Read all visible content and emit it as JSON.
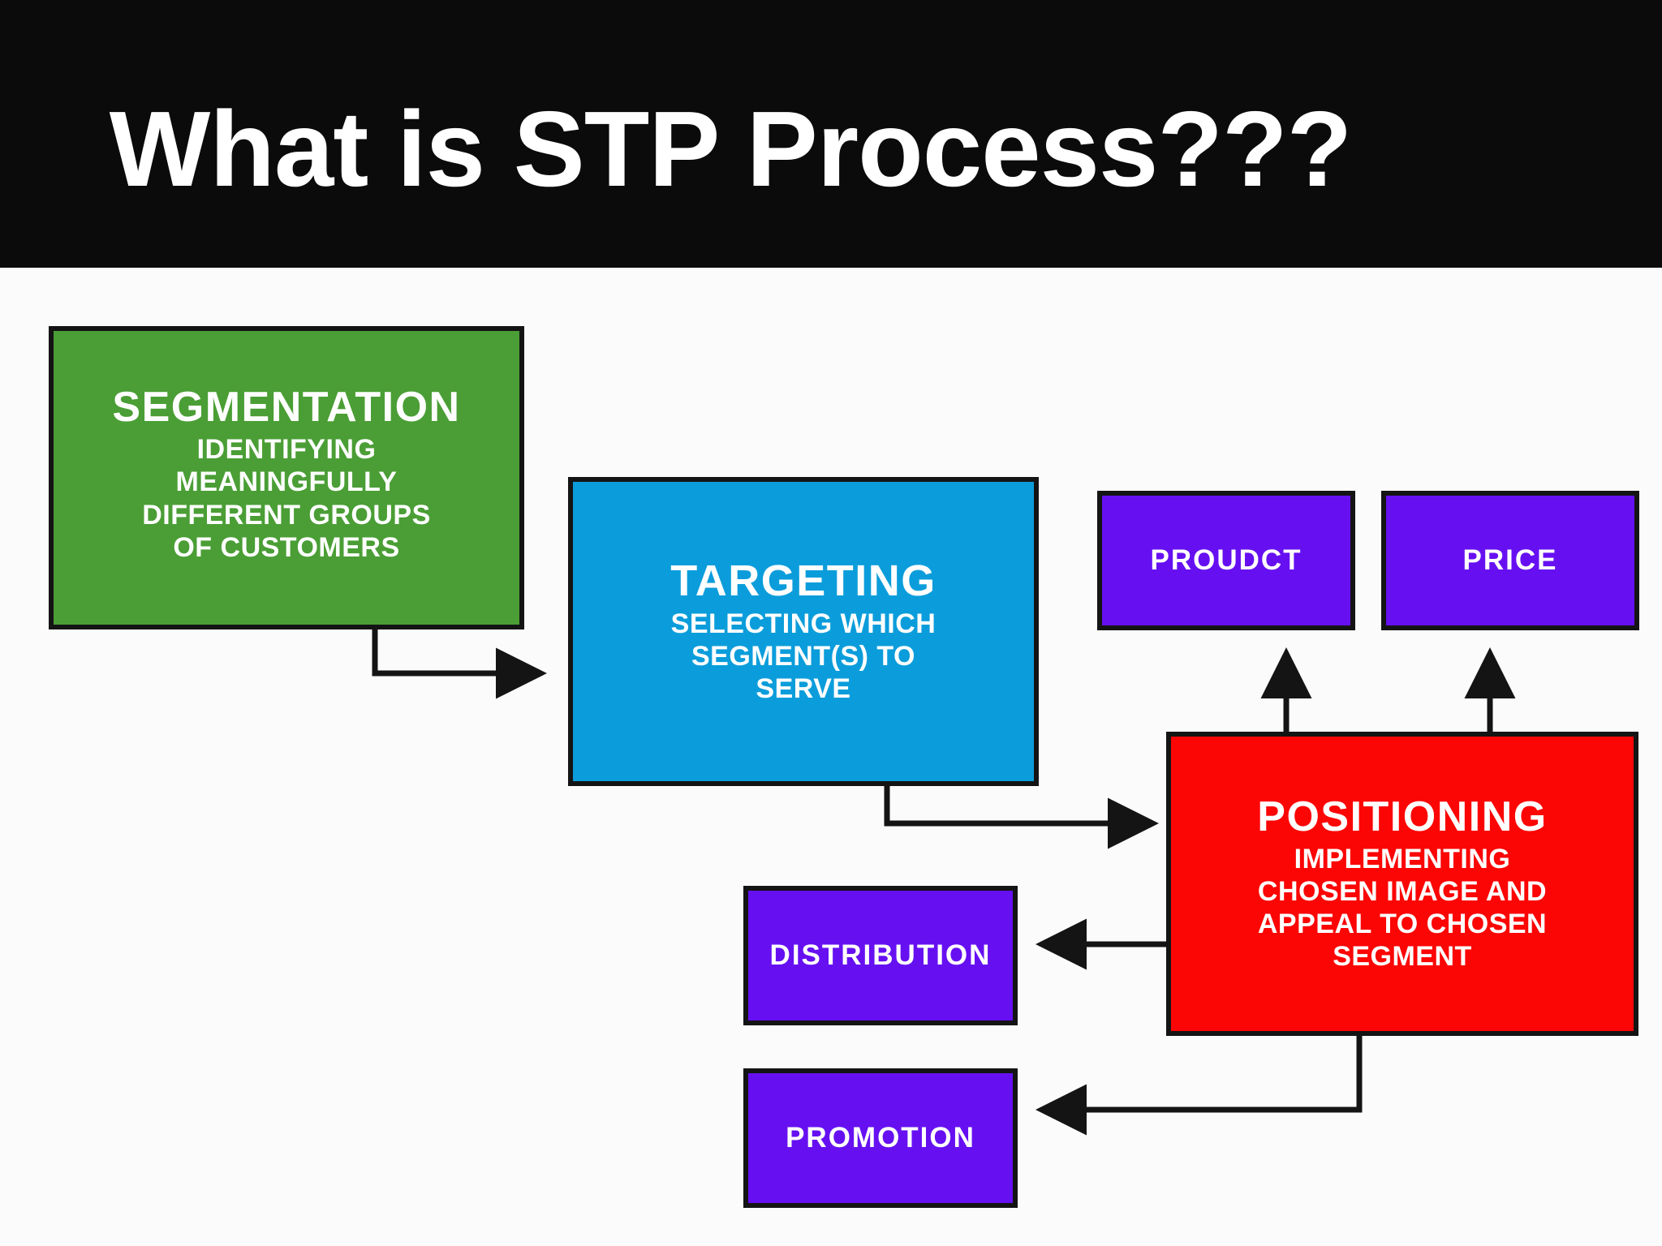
{
  "slide": {
    "title": "What is STP Process???",
    "background_color": "#fcfbfc",
    "banner_color": "#0b0b0b"
  },
  "diagram": {
    "type": "flowchart",
    "nodes": [
      {
        "id": "segmentation",
        "heading": "SEGMENTATION",
        "sub": "IDENTIFYING MEANINGFULLY DIFFERENT GROUPS OF CUSTOMERS",
        "sub_lines": [
          "IDENTIFYING",
          "MEANINGFULLY",
          "DIFFERENT GROUPS",
          "OF CUSTOMERS"
        ],
        "color": "#4a9e35",
        "text_color": "#ffffff"
      },
      {
        "id": "targeting",
        "heading": "TARGETING",
        "sub": "SELECTING WHICH SEGMENT(S) TO SERVE",
        "sub_lines": [
          "SELECTING WHICH",
          "SEGMENT(S) TO",
          "SERVE"
        ],
        "color": "#0b9ddb",
        "text_color": "#ffffff"
      },
      {
        "id": "positioning",
        "heading": "POSITIONING",
        "sub": "IMPLEMENTING CHOSEN IMAGE AND APPEAL TO CHOSEN SEGMENT",
        "sub_lines": [
          "IMPLEMENTING",
          "CHOSEN IMAGE AND",
          "APPEAL TO CHOSEN",
          "SEGMENT"
        ],
        "color": "#fc0505",
        "text_color": "#ffffff"
      },
      {
        "id": "product",
        "label": "PROUDCT",
        "color": "#6610f2",
        "text_color": "#ffffff"
      },
      {
        "id": "price",
        "label": "PRICE",
        "color": "#6610f2",
        "text_color": "#ffffff"
      },
      {
        "id": "distribution",
        "label": "DISTRIBUTION",
        "color": "#6610f2",
        "text_color": "#ffffff"
      },
      {
        "id": "promotion",
        "label": "PROMOTION",
        "color": "#6610f2",
        "text_color": "#ffffff"
      }
    ],
    "edges": [
      {
        "from": "segmentation",
        "to": "targeting"
      },
      {
        "from": "targeting",
        "to": "positioning"
      },
      {
        "from": "positioning",
        "to": "product"
      },
      {
        "from": "positioning",
        "to": "price"
      },
      {
        "from": "positioning",
        "to": "distribution"
      },
      {
        "from": "positioning",
        "to": "promotion"
      }
    ],
    "edge_color": "#141414"
  }
}
